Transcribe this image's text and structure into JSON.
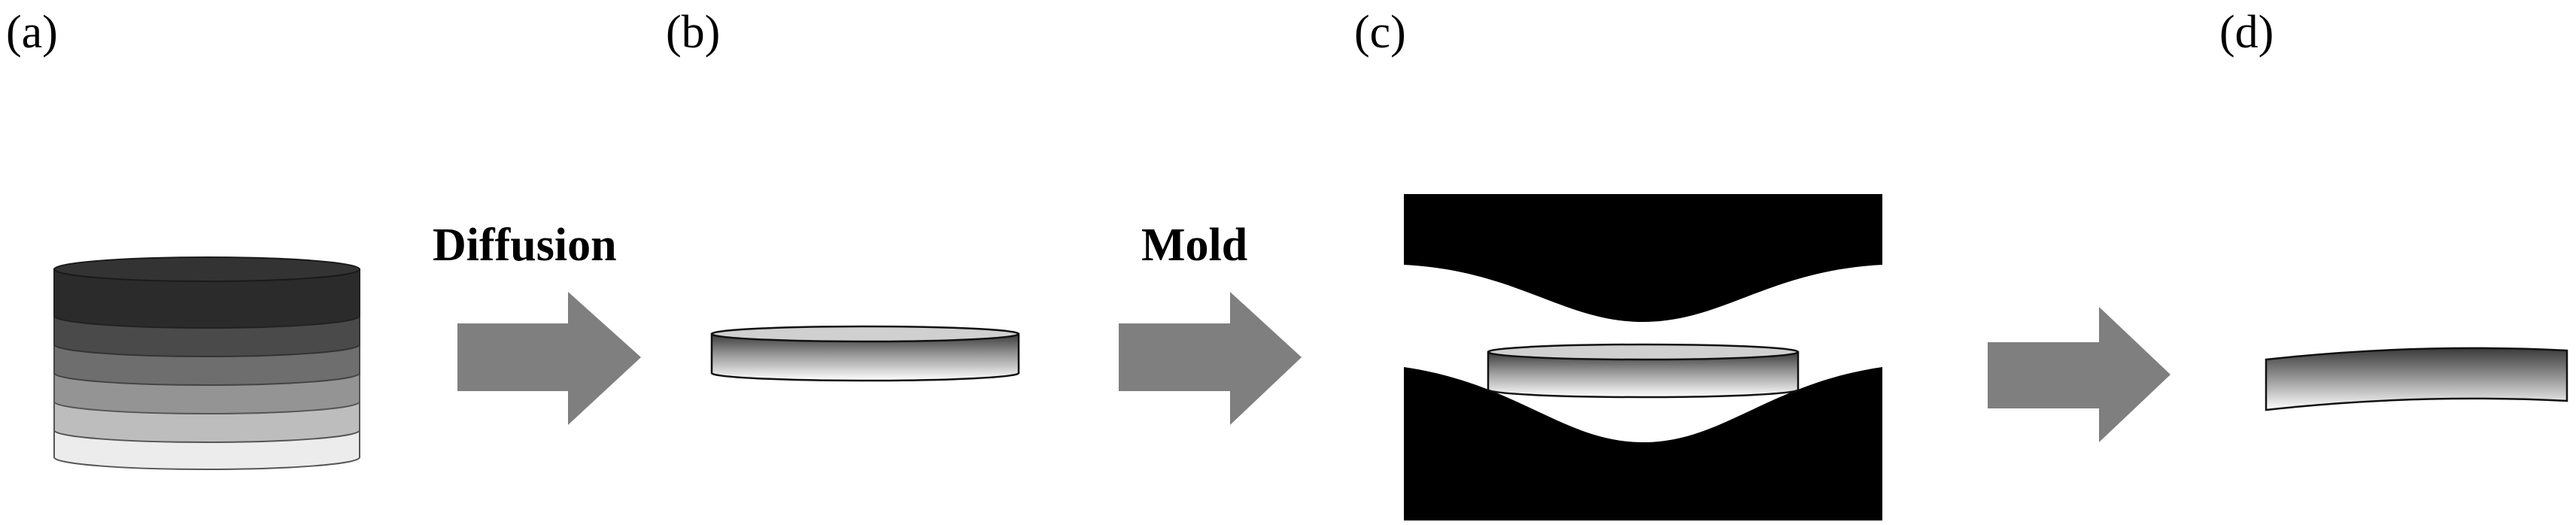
{
  "panels": {
    "a": "(a)",
    "b": "(b)",
    "c": "(c)",
    "d": "(d)"
  },
  "steps": {
    "diffusion": "Diffusion",
    "mold": "Mold"
  },
  "colors": {
    "arrow": "#7f7f7f",
    "mold": "#000000",
    "layers": [
      "#2b2b2b",
      "#4a4a4a",
      "#6e6e6e",
      "#949494",
      "#bdbdbd",
      "#ececec"
    ]
  }
}
